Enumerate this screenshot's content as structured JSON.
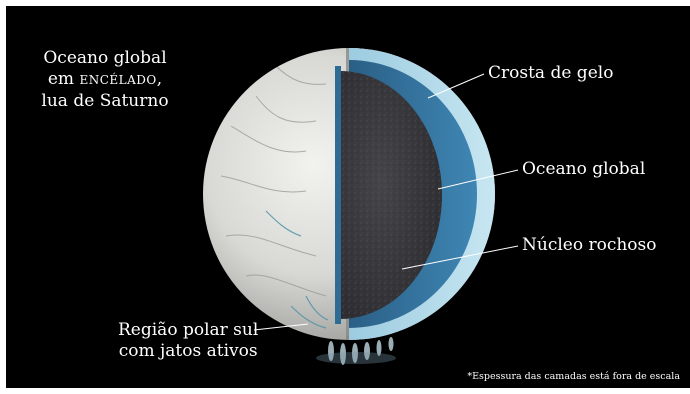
{
  "title": {
    "line1": "Oceano global",
    "line2_prefix": "em ",
    "line2_moon": "ENCÉLADO",
    "line2_suffix": ",",
    "line3": "lua de Saturno"
  },
  "labels": {
    "ice_crust": "Crosta de gelo",
    "global_ocean": "Oceano global",
    "rocky_core": "Núcleo rochoso",
    "polar_line1": "Região polar sul",
    "polar_line2": "com jatos ativos"
  },
  "footnote": "*Espessura das camadas está fora de escala",
  "colors": {
    "background": "#000000",
    "ice_crust": "#a9d3e2",
    "ocean": "#2f6f9a",
    "core": "#3a3a3e",
    "surface": "#d9d9d6",
    "text": "#ffffff"
  }
}
